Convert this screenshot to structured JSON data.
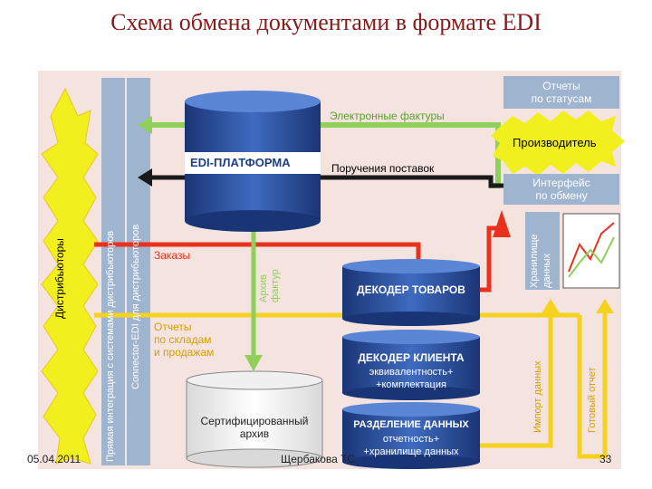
{
  "title": "Схема обмена документами в формате EDI",
  "nodes": {
    "distributors": "Дистрибьюторы",
    "direct_integration": "Прямая интеграция с системами дистрибьюторов",
    "connector": "Connector-EDI для дистрибьюторов",
    "edi_platform": "EDI-ПЛАТФОРМА",
    "archive_invoices": [
      "Архив",
      "фактур"
    ],
    "certified_archive": [
      "Сертифицированный",
      "архив"
    ],
    "goods_decoder": "ДЕКОДЕР ТОВАРОВ",
    "client_decoder": "ДЕКОДЕР КЛИЕНТА",
    "client_decoder_sub": [
      "эквивалентность+",
      "+комплектация"
    ],
    "data_split": "РАЗДЕЛЕНИЕ ДАННЫХ",
    "data_split_sub": [
      "отчетность+",
      "+хранилище данных"
    ],
    "status_reports": [
      "Отчеты",
      "по статусам"
    ],
    "producer": "Производитель",
    "exchange_interface": [
      "Интерфейс",
      "по обмену"
    ],
    "data_storage": [
      "Хранилище",
      "данных"
    ],
    "data_import": "Импорт данных",
    "ready_report": "Готовый отчет"
  },
  "flows": {
    "e_invoices": "Электронные фактуры",
    "supply_orders": "Поручения поставок",
    "orders": "Заказы",
    "stock_sales_reports": [
      "Отчеты",
      "по складам",
      "и продажам"
    ]
  },
  "colors": {
    "title": "#8b1a1a",
    "green": "#8fcf5a",
    "black": "#1a1a1a",
    "red": "#e8321e",
    "yellow": "#f5d21e",
    "blue_dark": "#1e3f86",
    "blue_light": "#9eb4cf",
    "panel": "#f5e3e0",
    "burst": "#f2ef1e"
  },
  "footer": {
    "date": "05.04.2011",
    "author": "Щербакова ТС",
    "page": "33"
  }
}
